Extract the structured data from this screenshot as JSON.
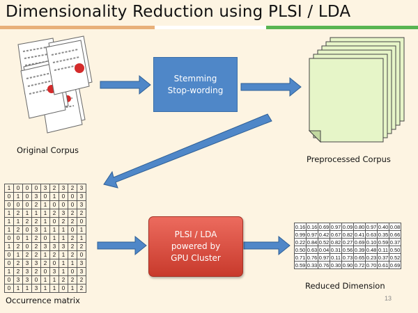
{
  "title": "Dimensionality Reduction using PLSI / LDA",
  "labels": {
    "original_corpus": "Original Corpus",
    "preprocessed_corpus": "Preprocessed Corpus",
    "occurrence_matrix": "Occurrence matrix",
    "reduced_dimension": "Reduced Dimension"
  },
  "boxes": {
    "stemming": [
      "Stemming",
      "Stop-wording"
    ],
    "plsi": [
      "PLSI / LDA",
      "powered by",
      "GPU Cluster"
    ]
  },
  "page_number": "13",
  "colors": {
    "blue_box": "#4f87c8",
    "red_box": "#d9493b",
    "arrow": "#4f87c8",
    "doc_green": "#e6f5c8"
  },
  "occurrence_matrix": [
    [
      "1",
      "0",
      "0",
      "0",
      "3",
      "2",
      "3",
      "2",
      "3"
    ],
    [
      "0",
      "1",
      "0",
      "3",
      "0",
      "1",
      "0",
      "0",
      "3"
    ],
    [
      "0",
      "0",
      "0",
      "2",
      "1",
      "0",
      "0",
      "0",
      "3"
    ],
    [
      "1",
      "2",
      "1",
      "1",
      "1",
      "2",
      "3",
      "2",
      "2"
    ],
    [
      "1",
      "1",
      "2",
      "2",
      "1",
      "0",
      "2",
      "2",
      "0"
    ],
    [
      "1",
      "2",
      "0",
      "3",
      "1",
      "1",
      "1",
      "0",
      "1"
    ],
    [
      "0",
      "0",
      "1",
      "2",
      "0",
      "1",
      "1",
      "2",
      "1"
    ],
    [
      "1",
      "2",
      "0",
      "2",
      "3",
      "3",
      "3",
      "2",
      "2"
    ],
    [
      "0",
      "1",
      "2",
      "2",
      "1",
      "2",
      "1",
      "2",
      "0"
    ],
    [
      "0",
      "2",
      "3",
      "3",
      "2",
      "0",
      "1",
      "1",
      "3"
    ],
    [
      "1",
      "2",
      "3",
      "2",
      "0",
      "3",
      "1",
      "0",
      "3"
    ],
    [
      "0",
      "3",
      "3",
      "0",
      "1",
      "1",
      "2",
      "2",
      "2"
    ],
    [
      "0",
      "1",
      "1",
      "3",
      "1",
      "1",
      "0",
      "1",
      "2"
    ]
  ],
  "reduced_matrix": [
    [
      "0.16",
      "0.16",
      "0.69",
      "0.97",
      "0.09",
      "0.80",
      "0.97",
      "0.40",
      "0.08"
    ],
    [
      "0.99",
      "0.97",
      "0.42",
      "0.67",
      "0.82",
      "0.41",
      "0.63",
      "0.35",
      "0.66"
    ],
    [
      "0.22",
      "0.84",
      "0.52",
      "0.82",
      "0.27",
      "0.69",
      "0.10",
      "0.59",
      "0.37"
    ],
    [
      "0.50",
      "0.63",
      "0.04",
      "0.31",
      "0.56",
      "0.39",
      "0.48",
      "0.11",
      "0.50"
    ],
    [
      "0.71",
      "0.76",
      "0.97",
      "0.11",
      "0.73",
      "0.65",
      "0.23",
      "0.37",
      "0.52"
    ],
    [
      "0.59",
      "0.33",
      "0.76",
      "0.30",
      "0.90",
      "0.72",
      "0.70",
      "0.61",
      "0.69"
    ]
  ]
}
